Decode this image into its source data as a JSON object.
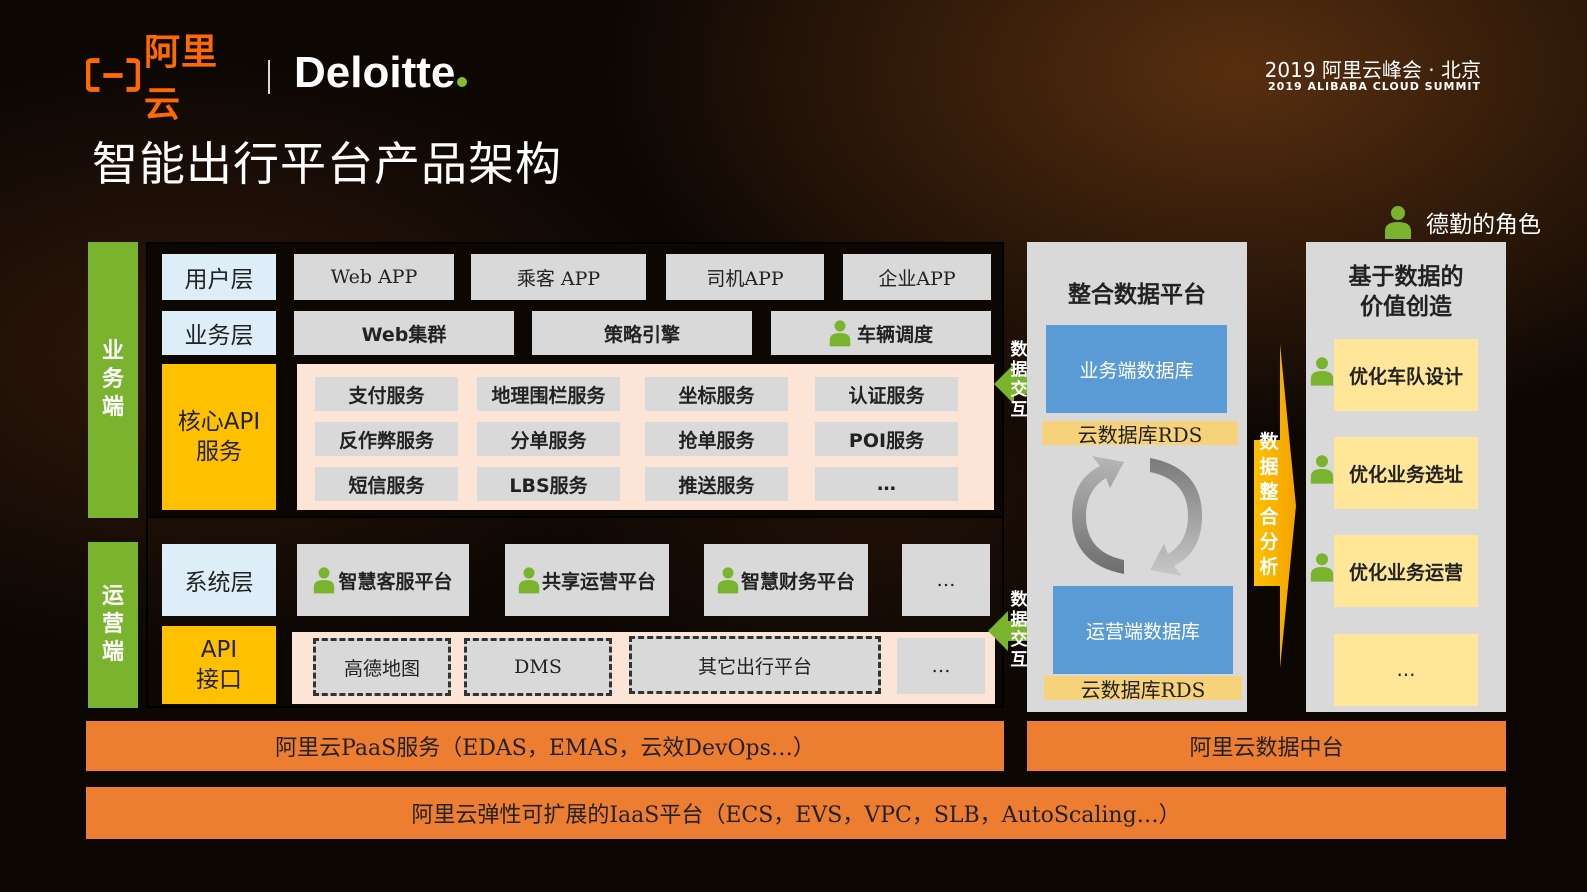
{
  "header": {
    "aliyun_logo_text": "阿里云",
    "deloitte_logo_text": "Deloitte",
    "summit_line1": "2019 阿里云峰会 · 北京",
    "summit_line2": "2019 ALIBABA CLOUD SUMMIT",
    "title": "智能出行平台产品架构"
  },
  "legend": {
    "label": "德勤的角色",
    "icon": "person-icon",
    "color": "#7ab42f"
  },
  "business_side": {
    "label": "业务端",
    "user_layer": {
      "label": "用户层",
      "items": [
        "Web APP",
        "乘客 APP",
        "司机APP",
        "企业APP"
      ]
    },
    "business_layer": {
      "label": "业务层",
      "items": [
        "Web集群",
        "策略引擎",
        "车辆调度"
      ]
    },
    "core_api": {
      "label": "核心API服务",
      "items": [
        "支付服务",
        "地理围栏服务",
        "坐标服务",
        "认证服务",
        "反作弊服务",
        "分单服务",
        "抢单服务",
        "POI服务",
        "短信服务",
        "LBS服务",
        "推送服务",
        "…"
      ]
    }
  },
  "operation_side": {
    "label": "运营端",
    "system_layer": {
      "label": "系统层",
      "items": [
        "智慧客服平台",
        "共享运营平台",
        "智慧财务平台",
        "…"
      ]
    },
    "api_interface": {
      "label": "API接口",
      "items": [
        "高德地图",
        "DMS",
        "其它出行平台",
        "…"
      ]
    }
  },
  "data_exchange_label": "数据交互",
  "data_platform": {
    "title": "整合数据平台",
    "business_db": "业务端数据库",
    "business_rds": "云数据库RDS",
    "operation_db": "运营端数据库",
    "operation_rds": "云数据库RDS"
  },
  "data_analysis_label": "数据整合分析",
  "value_creation": {
    "title_line1": "基于数据的",
    "title_line2": "价值创造",
    "items": [
      "优化车队设计",
      "优化业务选址",
      "优化业务运营",
      "…"
    ]
  },
  "bottom": {
    "paas": "阿里云PaaS服务（EDAS，EMAS，云效DevOps…）",
    "data_middle": "阿里云数据中台",
    "iaas": "阿里云弹性可扩展的IaaS平台（ECS，EVS，VPC，SLB，AutoScaling…）"
  },
  "colors": {
    "green": "#7ab42f",
    "orange": "#ed7d31",
    "yellow": "#ffc000",
    "blue": "#5b9bd5",
    "aliyun_orange": "#ff6a00",
    "deloitte_green": "#86bc25"
  }
}
